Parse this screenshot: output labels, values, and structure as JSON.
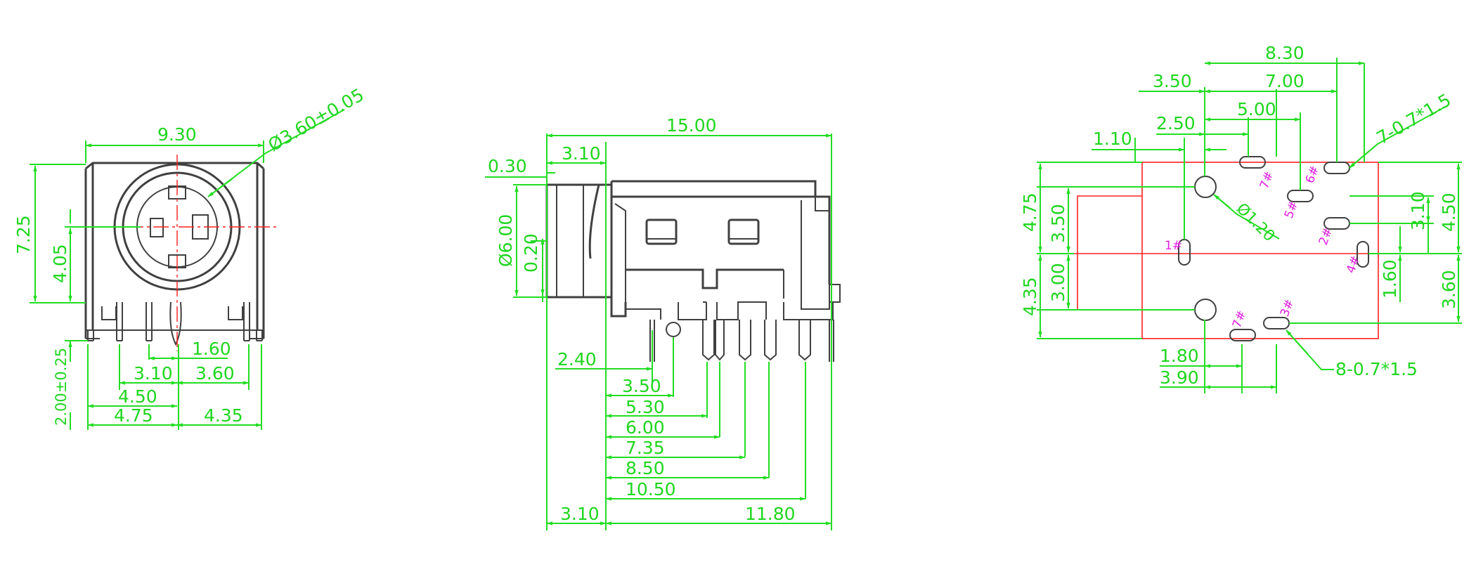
{
  "colors": {
    "dimension": "#1fd61f",
    "outline": "#404040",
    "centerline": "#ff2020",
    "pin_label": "#e020e0",
    "background": "#ffffff"
  },
  "front_view": {
    "dims": {
      "width_total": "9.30",
      "hole_dia": "Ø3.60±0.05",
      "height_total": "7.25",
      "center_height": "4.05",
      "pin_length": "2.00±0.25",
      "d_1_60": "1.60",
      "d_3_10": "3.10",
      "d_3_60": "3.60",
      "d_4_50": "4.50",
      "d_4_75": "4.75",
      "d_4_35": "4.35"
    }
  },
  "side_view": {
    "dims": {
      "length_total": "15.00",
      "d_3_10_top": "3.10",
      "d_0_30": "0.30",
      "body_dia": "Ø6.00",
      "d_0_20": "0.20",
      "d_2_40": "2.40",
      "d_3_50": "3.50",
      "d_5_30": "5.30",
      "d_6_00": "6.00",
      "d_7_35": "7.35",
      "d_8_50": "8.50",
      "d_10_50": "10.50",
      "d_3_10_bottom": "3.10",
      "d_11_80": "11.80"
    }
  },
  "footprint": {
    "dims": {
      "d_8_30": "8.30",
      "d_7_00": "7.00",
      "d_3_50_top": "3.50",
      "d_5_00": "5.00",
      "d_2_50": "2.50",
      "d_1_10": "1.10",
      "slot_note_top": "7-0.7*1.5",
      "hole_dia": "Ø1.20",
      "left_4_75": "4.75",
      "left_3_50": "3.50",
      "left_4_35": "4.35",
      "left_3_00": "3.00",
      "right_4_50": "4.50",
      "right_3_10": "3.10",
      "right_1_60": "1.60",
      "right_3_60": "3.60",
      "d_1_80": "1.80",
      "d_3_90": "3.90",
      "slot_note_bottom": "8-0.7*1.5"
    },
    "pins": {
      "p1": "1#",
      "p2": "2#",
      "p3": "3#",
      "p4": "4#",
      "p5": "5#",
      "p6": "6#",
      "p7a": "7#",
      "p7b": "7#"
    }
  }
}
